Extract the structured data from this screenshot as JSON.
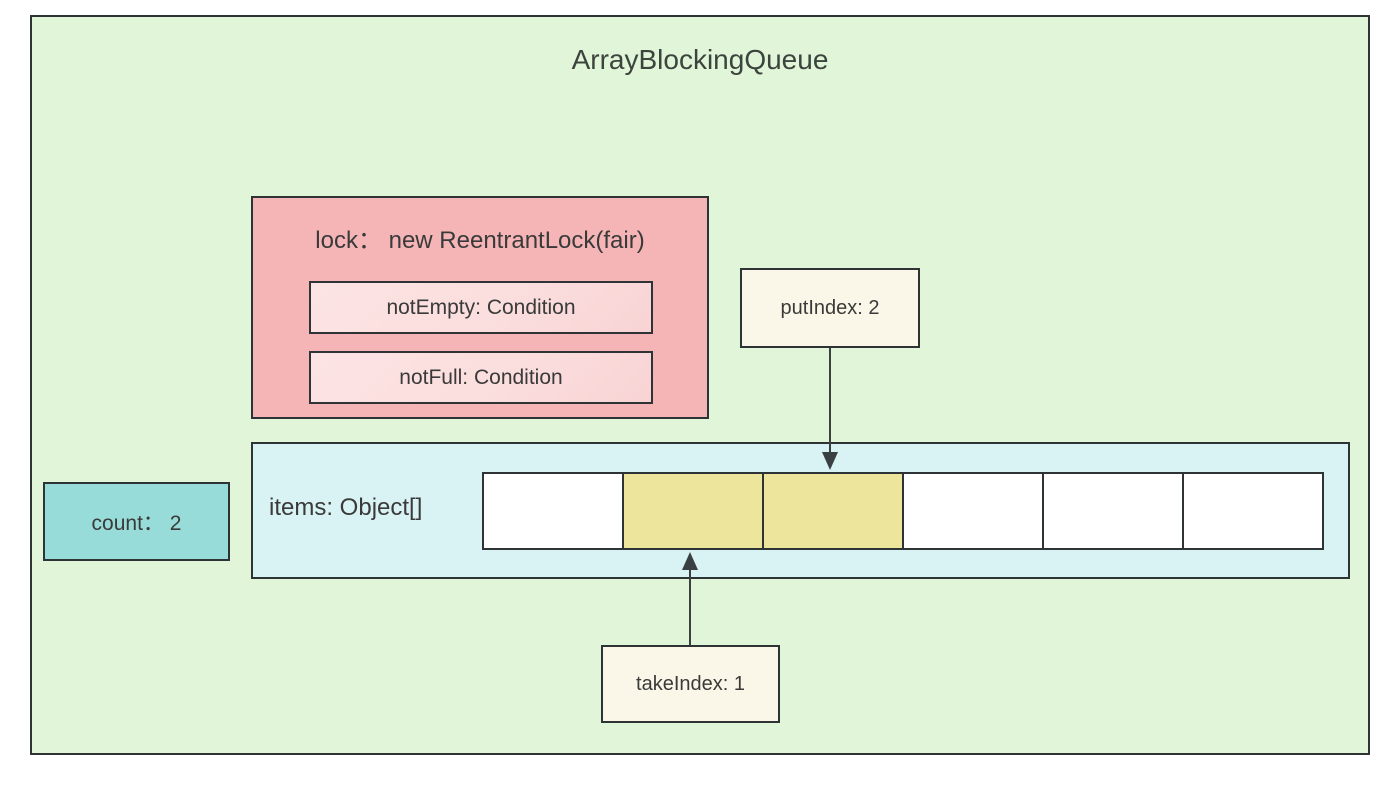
{
  "colors": {
    "canvas": "#ffffff",
    "container-bg": "#e1f5d9",
    "border": "#2e3436",
    "text": "#3a3a3a",
    "title-text": "#3c443e",
    "lock-bg": "#f5b5b6",
    "condition-bg": "#fbdddd",
    "index-bg": "#fbf7e8",
    "items-bg": "#d9f3f4",
    "cell-empty": "#ffffff",
    "cell-filled": "#eee59c",
    "count-bg": "#97dcd9",
    "arrow": "#3a3f42"
  },
  "diagram": {
    "title": "ArrayBlockingQueue",
    "lock": {
      "label": "lock： new ReentrantLock(fair)",
      "conditions": [
        {
          "label": "notEmpty: Condition"
        },
        {
          "label": "notFull: Condition"
        }
      ]
    },
    "put_index": {
      "label": "putIndex: 2"
    },
    "take_index": {
      "label": "takeIndex: 1"
    },
    "count": {
      "label": "count： 2"
    },
    "items": {
      "label": "items: Object[]",
      "cells": [
        {
          "index": 0,
          "filled": false
        },
        {
          "index": 1,
          "filled": true
        },
        {
          "index": 2,
          "filled": true
        },
        {
          "index": 3,
          "filled": false
        },
        {
          "index": 4,
          "filled": false
        },
        {
          "index": 5,
          "filled": false
        }
      ]
    },
    "arrows": [
      {
        "name": "put-index-arrow",
        "from": "putIndex",
        "to": "cell index 2",
        "direction": "down"
      },
      {
        "name": "take-index-arrow",
        "from": "takeIndex",
        "to": "cell index 1",
        "direction": "up"
      }
    ]
  }
}
